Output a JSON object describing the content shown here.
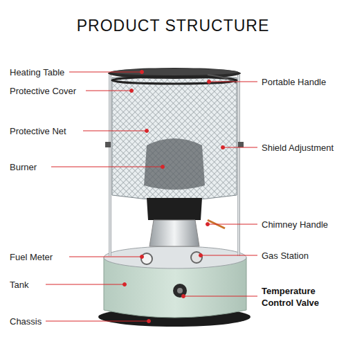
{
  "diagram": {
    "title": "PRODUCT STRUCTURE",
    "labels": [
      "Heating Table",
      "Portable Handle",
      "Protective Cover",
      "Protective Net",
      "Shield Adjustment",
      "Burner",
      "Chimney Handle",
      "Fuel Meter",
      "Gas Station",
      "Tank",
      "Temperature Control Valve",
      "Chassis"
    ]
  }
}
